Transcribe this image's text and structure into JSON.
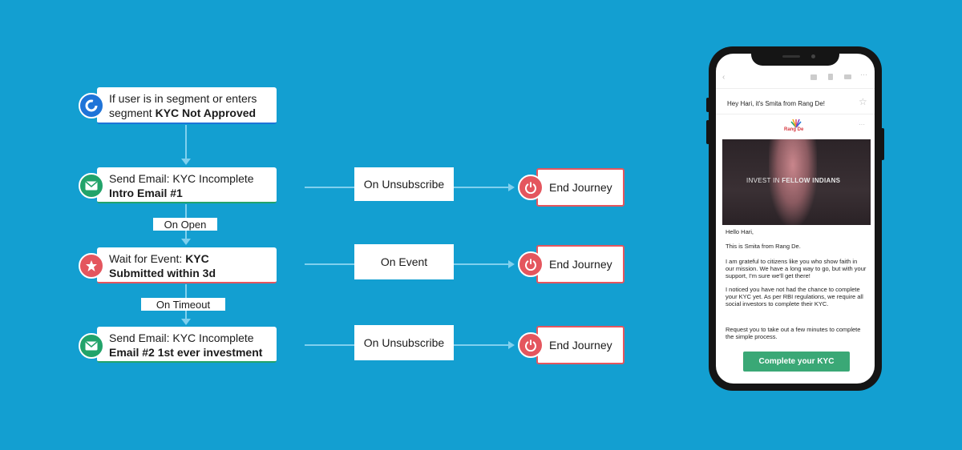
{
  "flow": {
    "trigger": {
      "line1": "If user is in segment or enters",
      "line2_prefix": "segment ",
      "line2_bold": "KYC Not Approved"
    },
    "step1": {
      "line1": "Send Email: KYC Incomplete",
      "line2_bold": "Intro Email #1"
    },
    "step2": {
      "line1_prefix": "Wait for Event: ",
      "line1_bold": "KYC",
      "line2_bold": "Submitted within 3d"
    },
    "step3": {
      "line1": "Send Email: KYC Incomplete",
      "line2_bold": "Email #2 1st ever investment"
    },
    "connector1": "On Open",
    "connector2": "On Timeout",
    "branch1": "On Unsubscribe",
    "branch2": "On Event",
    "branch3": "On Unsubscribe",
    "end1": "End Journey",
    "end2": "End Journey",
    "end3": "End Journey"
  },
  "phone": {
    "subject": "Hey Hari, it's Smita from Rang De!",
    "logo": "Rang De",
    "banner_prefix": "INVEST IN ",
    "banner_bold": "FELLOW INDIANS",
    "greeting": "Hello Hari,",
    "p1": "This is Smita from Rang De.",
    "p2": "I am grateful to citizens like you who show faith in our mission. We have a long way to go, but with your support, I'm sure we'll get there!",
    "p3": "I noticed you have not had the chance to complete your KYC yet. As per RBI regulations, we require all social investors to complete their KYC.",
    "p4": "Request you to take out a few minutes to complete the simple process.",
    "cta": "Complete your KYC"
  },
  "colors": {
    "background": "#139fd1",
    "green": "#22a36a",
    "red": "#e4565e",
    "blue": "#1f74d8",
    "cta": "#3aa876"
  }
}
